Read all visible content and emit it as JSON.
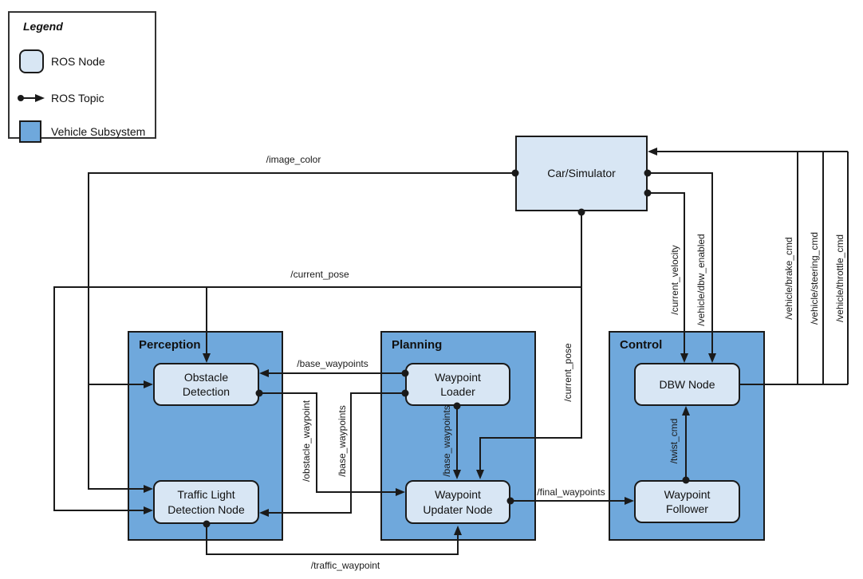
{
  "legend": {
    "title": "Legend",
    "items": [
      {
        "label": "ROS Node",
        "swatch": "ros-node",
        "color": "#d8e6f4"
      },
      {
        "label": "ROS Topic",
        "swatch": "ros-topic",
        "color": "#1a1a1a"
      },
      {
        "label": "Vehicle Subsystem",
        "swatch": "vehicle-subsystem",
        "color": "#6fa8dc"
      }
    ]
  },
  "subsystems": {
    "perception": {
      "label": "Perception"
    },
    "planning": {
      "label": "Planning"
    },
    "control": {
      "label": "Control"
    }
  },
  "nodes": {
    "car_simulator": {
      "lines": [
        "Car/Simulator"
      ]
    },
    "obstacle_detection": {
      "lines": [
        "Obstacle",
        "Detection"
      ]
    },
    "traffic_light_detection": {
      "lines": [
        "Traffic Light",
        "Detection Node"
      ]
    },
    "waypoint_loader": {
      "lines": [
        "Waypoint",
        "Loader"
      ]
    },
    "waypoint_updater": {
      "lines": [
        "Waypoint",
        "Updater Node"
      ]
    },
    "dbw_node": {
      "lines": [
        "DBW Node"
      ]
    },
    "waypoint_follower": {
      "lines": [
        "Waypoint",
        "Follower"
      ]
    }
  },
  "topics": {
    "image_color": "/image_color",
    "current_pose": "/current_pose",
    "base_waypoints": "/base_waypoints",
    "obstacle_waypoint": "/obstacle_waypoint",
    "traffic_waypoint": "/traffic_waypoint",
    "final_waypoints": "/final_waypoints",
    "twist_cmd": "/twist_cmd",
    "current_velocity": "/current_velocity",
    "dbw_enabled": "/vehicle/dbw_enabled",
    "brake_cmd": "/vehicle/brake_cmd",
    "steering_cmd": "/vehicle/steering_cmd",
    "throttle_cmd": "/vehicle/throttle_cmd"
  },
  "colors": {
    "node_fill": "#d8e6f4",
    "subsystem_fill": "#6fa8dc",
    "line": "#1a1a1a",
    "background": "#ffffff"
  }
}
